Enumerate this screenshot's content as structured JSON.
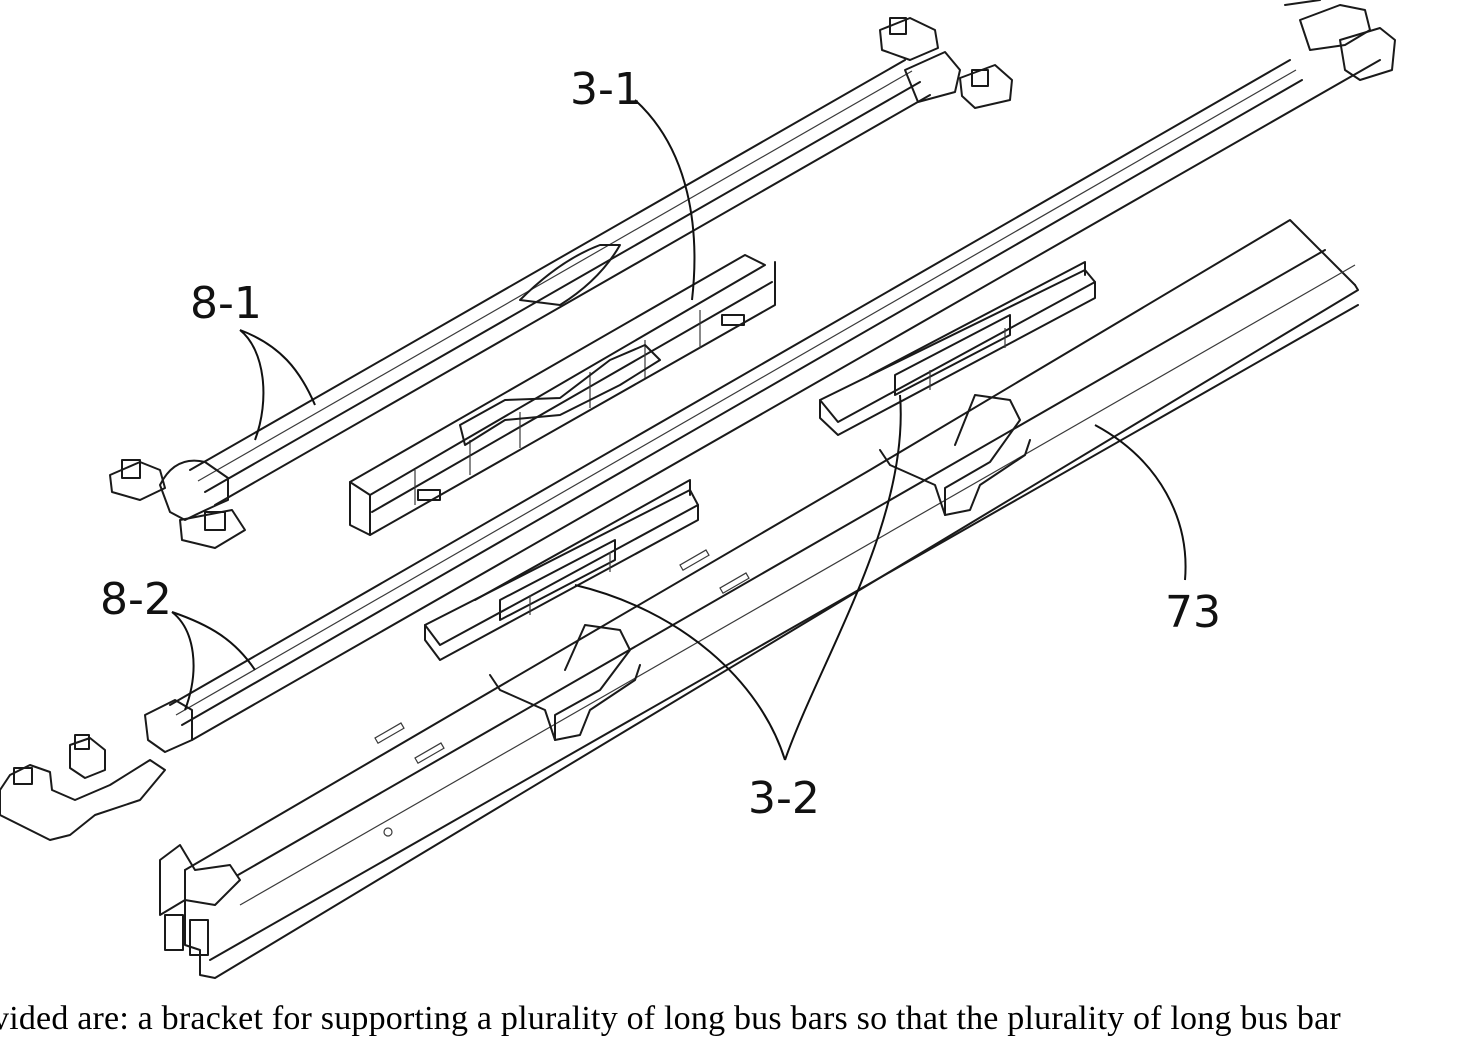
{
  "labels": {
    "bar_top": "3-1",
    "group_top_left": "8-1",
    "group_bottom_left": "8-2",
    "support": "3-2",
    "bracket": "73"
  },
  "caption": "vided are: a bracket for supporting a plurality of long bus bars so that the plurality of long bus bar",
  "colors": {
    "line": "#1a1a1a",
    "background": "#ffffff"
  }
}
